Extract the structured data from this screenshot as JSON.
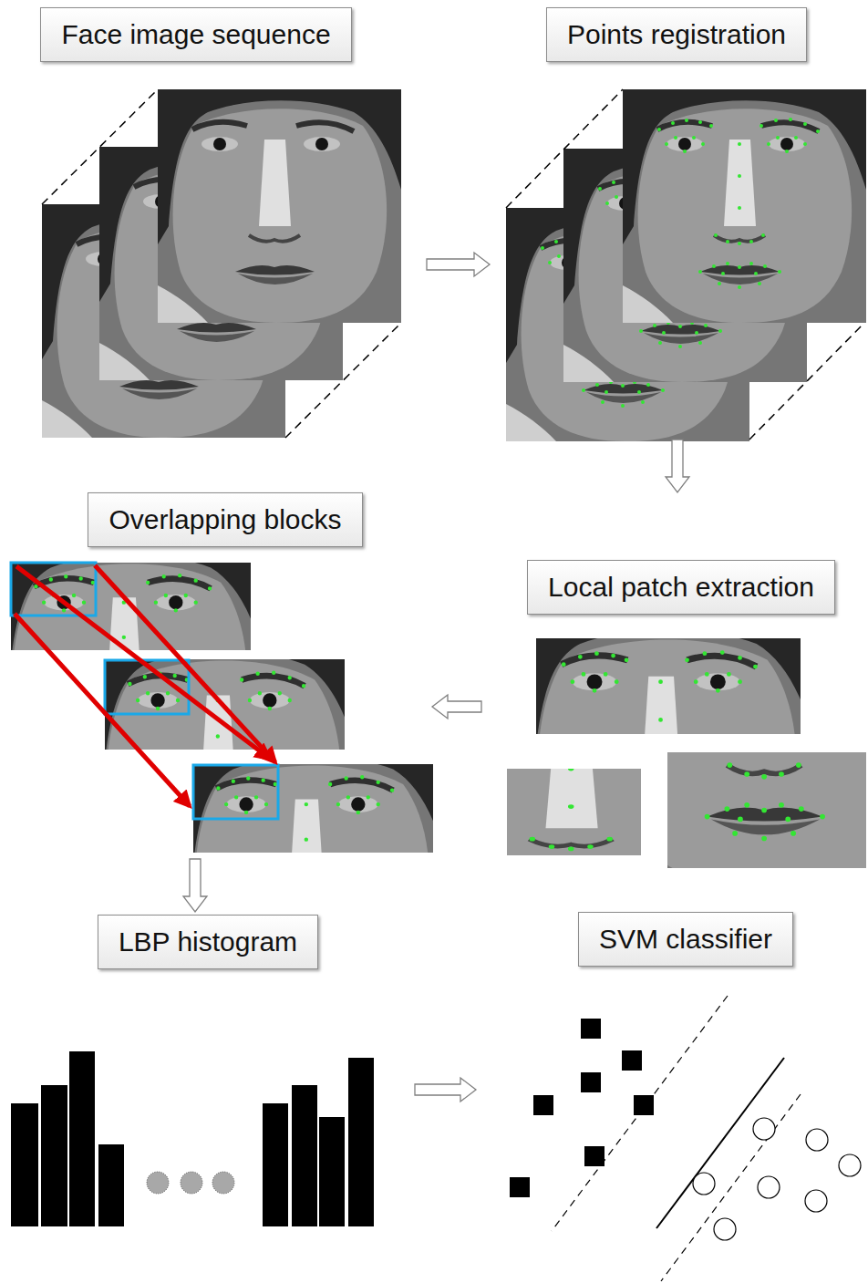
{
  "diagram": {
    "nodes": [
      {
        "text": [
          "Face image sequence"
        ]
      },
      {
        "text": [
          "Points registration"
        ]
      },
      {
        "text": [
          "Overlapping blocks"
        ]
      },
      {
        "text": [
          "Local patch extraction"
        ]
      },
      {
        "text": [
          "LBP histogram"
        ]
      },
      {
        "text": [
          "SVM classifier"
        ]
      }
    ],
    "edges": [
      {
        "from": 0,
        "to": 1,
        "arrow": "to"
      },
      {
        "from": 1,
        "to": 3,
        "arrow": "to"
      },
      {
        "from": 3,
        "to": 2,
        "arrow": "to"
      },
      {
        "from": 2,
        "to": 4,
        "arrow": "to"
      },
      {
        "from": 4,
        "to": 5,
        "arrow": "to"
      }
    ]
  }
}
